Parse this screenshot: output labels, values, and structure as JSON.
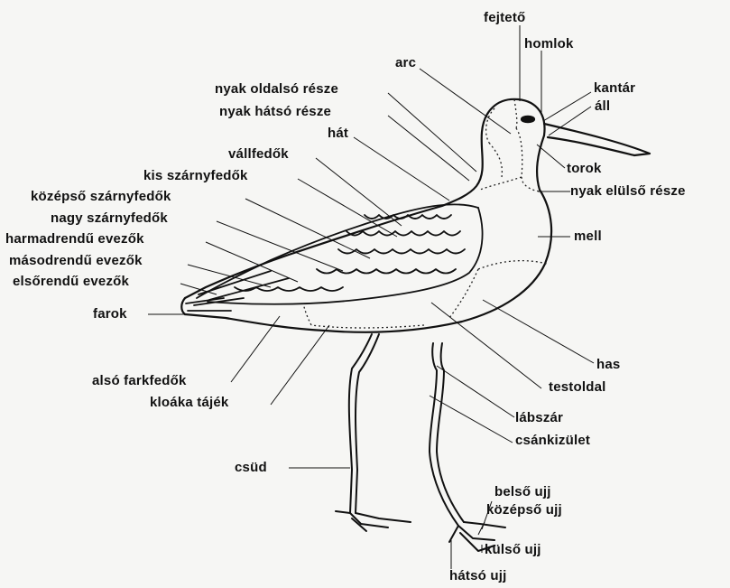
{
  "labels": {
    "fejteto": "fejtető",
    "homlok": "homlok",
    "arc": "arc",
    "kantar": "kantár",
    "all": "áll",
    "nyak_oldalso": "nyak oldalsó része",
    "nyak_hatso": "nyak hátsó része",
    "hat": "hát",
    "vallfedok": "vállfedők",
    "kis_szarnyfedok": "kis szárnyfedők",
    "kozepso_szarnyfedok": "középső szárnyfedők",
    "nagy_szarnyfedok": "nagy szárnyfedők",
    "harmadrendu": "harmadrendű evezők",
    "masodrendu": "másodrendű evezők",
    "elsorendu": "elsőrendű evezők",
    "farok": "farok",
    "also_farkfedok": "alsó farkfedők",
    "kloaka": "kloáka tájék",
    "torok": "torok",
    "nyak_elulso": "nyak elülső része",
    "mell": "mell",
    "has": "has",
    "testoldal": "testoldal",
    "labszar": "lábszár",
    "csankizulet": "csánkizület",
    "csud": "csüd",
    "belso_ujj": "belső ujj",
    "kozepso_ujj": "középső ujj",
    "kulso_ujj": "külső ujj",
    "hatso_ujj": "hátsó ujj"
  }
}
